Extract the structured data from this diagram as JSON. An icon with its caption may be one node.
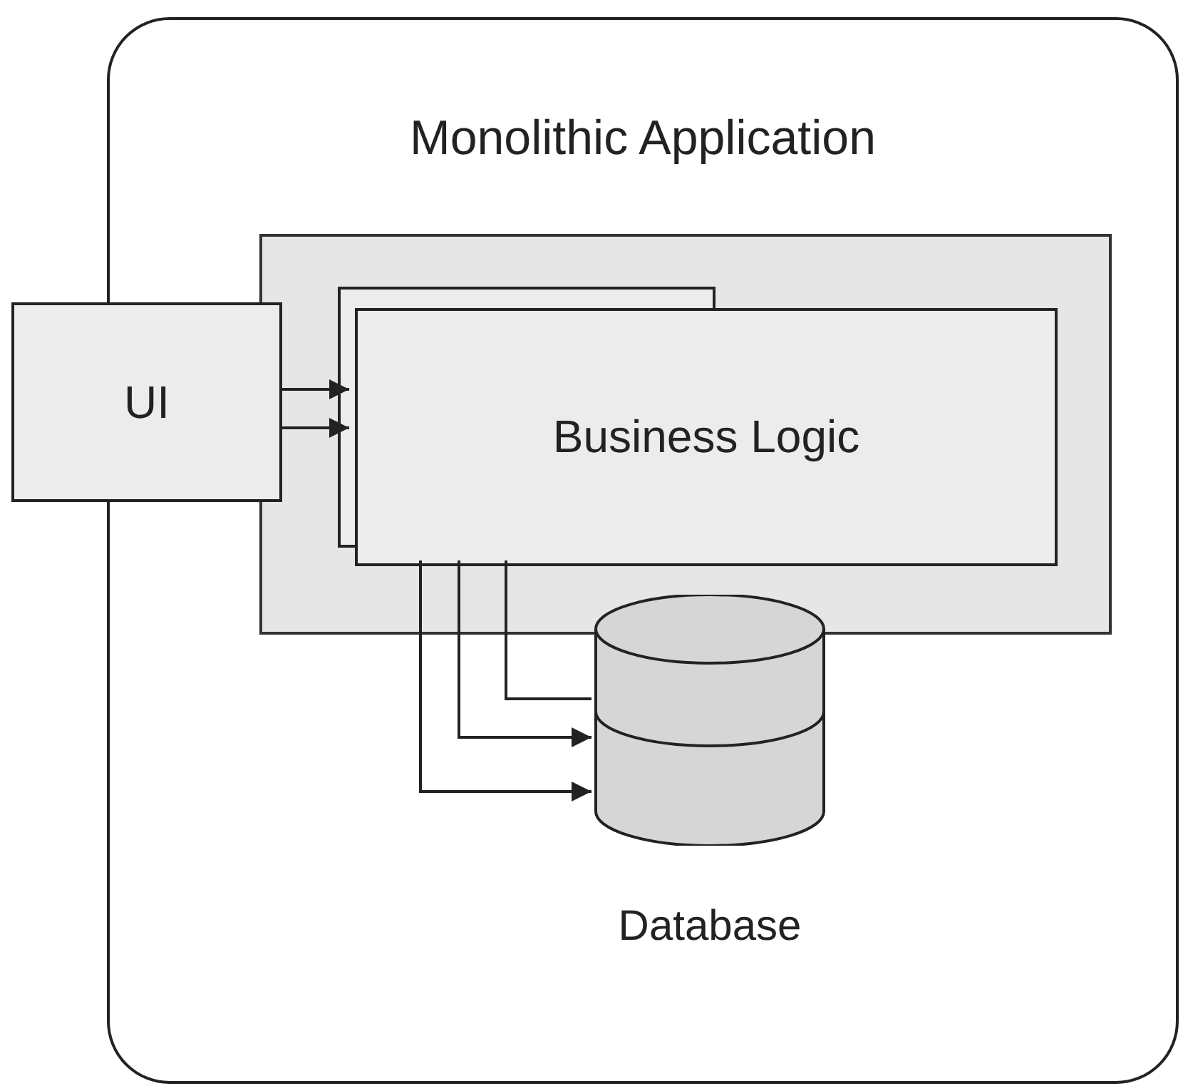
{
  "diagram": {
    "nodes": [
      {
        "text": [
          "Monolithic Application"
        ]
      },
      {
        "text": [],
        "shape": "box",
        "in": 0
      },
      {
        "text": [
          "Business Logic"
        ],
        "in": 1
      },
      {
        "text": [
          "UI"
        ]
      },
      {
        "text": [],
        "shape": "cylinder",
        "in": 0,
        "beside": [
          "Database"
        ]
      }
    ],
    "edges": [
      {
        "from": 3,
        "to": 2,
        "arrow": "to"
      },
      {
        "from": 3,
        "to": 2,
        "arrow": "to"
      },
      {
        "from": 2,
        "to": 4,
        "arrow": "none"
      },
      {
        "from": 2,
        "to": 4,
        "arrow": "to"
      },
      {
        "from": 2,
        "to": 4,
        "arrow": "to"
      }
    ]
  }
}
